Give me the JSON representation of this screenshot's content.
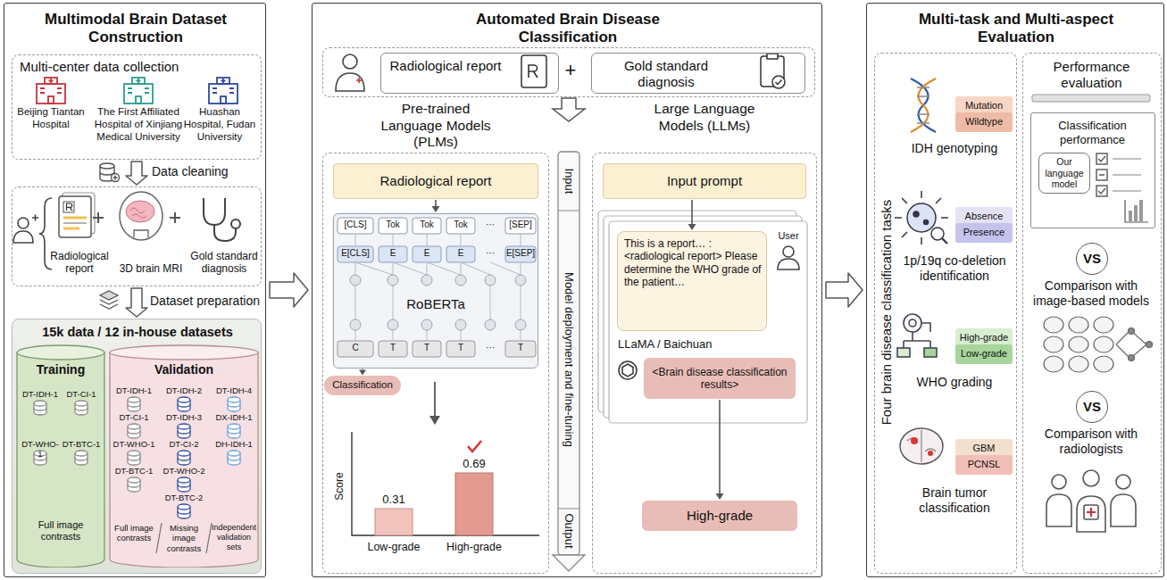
{
  "diagram": {
    "nodes": [
      {
        "text": [
          "Multimodal Brain Dataset Construction"
        ]
      },
      {
        "text": [
          "Multi-center data collection"
        ],
        "in": 0
      },
      {
        "text": [
          "Radiological report",
          "3D brain MRI",
          "Gold standard diagnosis"
        ],
        "in": 0
      },
      {
        "text": [
          "15k data / 12 in-house datasets"
        ],
        "in": 0
      },
      {
        "text": [
          "Training",
          "DT-IDH-1",
          "DT-CI-1",
          "DT-WHO-1",
          "DT-BTC-1",
          "Full image contrasts"
        ],
        "in": 3
      },
      {
        "text": [
          "Validation",
          "DT-IDH-1",
          "DT-CI-1",
          "DT-WHO-1",
          "DT-BTC-1",
          "DT-IDH-2",
          "DT-IDH-3",
          "DT-CI-2",
          "DT-WHO-2",
          "DT-BTC-2",
          "DT-IDH-4",
          "DX-IDH-1",
          "DH-IDH-1",
          "Full image contrasts",
          "Missing image contrasts",
          "Independent validation sets"
        ],
        "in": 3
      },
      {
        "text": [
          "Automated Brain Disease Classification"
        ]
      },
      {
        "text": [
          "+"
        ],
        "in": 6
      },
      {
        "text": [
          "Radiological report"
        ],
        "in": 7
      },
      {
        "text": [
          "Gold standard diagnosis"
        ],
        "in": 7
      },
      {
        "text": [
          "Pre-trained Language Models (PLMs)"
        ],
        "in": 6
      },
      {
        "text": [
          "Radiological report"
        ],
        "in": 10
      },
      {
        "text": [
          "RoBERTa"
        ],
        "in": 10
      },
      {
        "text": [
          "Classification"
        ],
        "in": 10
      },
      {
        "text": [
          "Large Language Models (LLMs)"
        ],
        "in": 6
      },
      {
        "text": [
          "Input prompt"
        ],
        "in": 14
      },
      {
        "text": [
          "This is a report… : <radiological report> Please determine the WHO grade of the patient…"
        ],
        "in": 14
      },
      {
        "text": [
          "<Brain disease classification results>"
        ],
        "in": 14
      },
      {
        "text": [
          "High-grade"
        ],
        "in": 14
      },
      {
        "text": [
          "Multi-task and Multi-aspect Evaluation"
        ]
      },
      {
        "text": [
          "Four brain disease classification tasks"
        ],
        "in": 19
      },
      {
        "text": [
          "Mutation"
        ],
        "in": 20
      },
      {
        "text": [
          "Wildtype"
        ],
        "in": 20
      },
      {
        "text": [
          "Absence"
        ],
        "in": 20
      },
      {
        "text": [
          "Presence"
        ],
        "in": 20
      },
      {
        "text": [
          "High-grade"
        ],
        "in": 20
      },
      {
        "text": [
          "Low-grade"
        ],
        "in": 20
      },
      {
        "text": [
          "GBM"
        ],
        "in": 20
      },
      {
        "text": [
          "PCNSL"
        ],
        "in": 20
      },
      {
        "text": [
          "Performance evaluation"
        ],
        "in": 19
      },
      {
        "text": [
          "Classification performance"
        ],
        "in": 29
      },
      {
        "text": [
          "Our language model"
        ],
        "in": 30
      },
      {
        "text": [
          "VS"
        ],
        "in": 29
      },
      {
        "text": [
          "VS"
        ],
        "in": 29
      }
    ],
    "edges": [
      {
        "from": 0,
        "to": 6,
        "arrow": "to"
      },
      {
        "from": 6,
        "to": 19,
        "arrow": "to"
      },
      {
        "from": 1,
        "to": 2,
        "label": "Data cleaning",
        "arrow": "to"
      },
      {
        "from": 2,
        "to": 3,
        "label": "Dataset preparation",
        "arrow": "to"
      },
      {
        "from": 11,
        "to": 12,
        "arrow": "to"
      },
      {
        "from": 12,
        "to": 13,
        "arrow": "to"
      },
      {
        "from": 15,
        "to": 16,
        "arrow": "to"
      },
      {
        "from": 17,
        "to": 18,
        "arrow": "to"
      }
    ],
    "labels": [
      "Beijing Tiantan Hospital",
      "The First Affiliated Hospital of Xinjiang Medical University",
      "Huashan Hospital, Fudan University",
      "[CLS]",
      "Tok",
      "Tok",
      "Tok",
      "···",
      "[SEP]",
      "E[CLS]",
      "E",
      "E",
      "E",
      "···",
      "E[SEP]",
      "C",
      "T",
      "T",
      "T",
      "···",
      "T",
      "Score",
      "0.31",
      "0.69",
      "Low-grade",
      "High-grade",
      "Input",
      "Model deployment and fine-tuning",
      "Output",
      "User",
      "LLaMA / Baichuan",
      "IDH genotyping",
      "1p/19q co-deletion identification",
      "WHO grading",
      "Brain tumor classification",
      "Comparison with image-based models",
      "Comparison with radiologists"
    ]
  }
}
